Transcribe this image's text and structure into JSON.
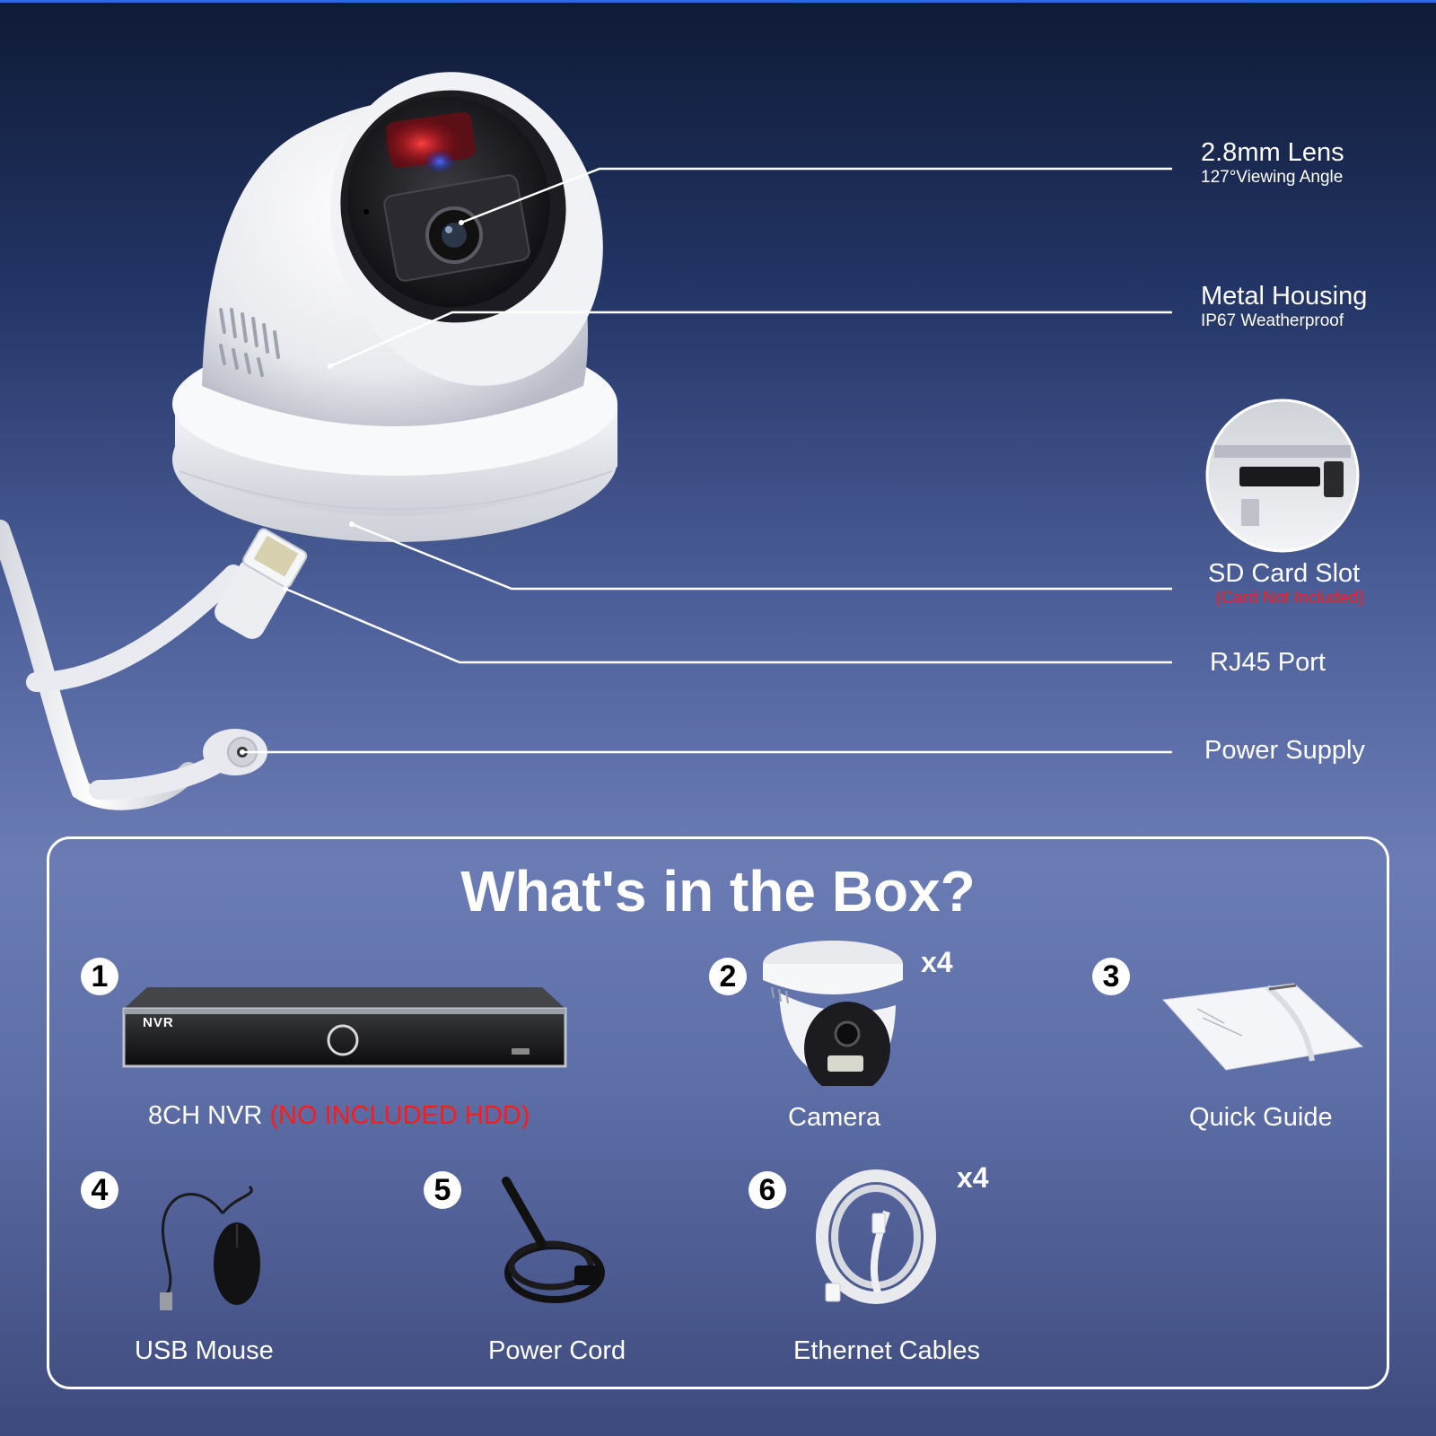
{
  "features": [
    {
      "title": "2.8mm Lens",
      "subtitle": "127°Viewing Angle"
    },
    {
      "title": "Metal Housing",
      "subtitle": "IP67 Weatherproof"
    },
    {
      "title": "SD Card Slot",
      "subtitle": "(Card Not Included)"
    },
    {
      "title": "RJ45 Port"
    },
    {
      "title": "Power Supply"
    }
  ],
  "box": {
    "title": "What's in the Box?",
    "items": [
      {
        "number": "1",
        "label": "8CH NVR",
        "label_note": "(NO INCLUDED HDD)",
        "device_text": "NVR"
      },
      {
        "number": "2",
        "label": "Camera",
        "quantity": "x4"
      },
      {
        "number": "3",
        "label": "Quick Guide"
      },
      {
        "number": "4",
        "label": "USB Mouse"
      },
      {
        "number": "5",
        "label": "Power Cord"
      },
      {
        "number": "6",
        "label": "Ethernet Cables",
        "quantity": "x4"
      }
    ]
  },
  "colors": {
    "accent_line": "#2a6bdc",
    "warning": "#ff1a1a"
  }
}
